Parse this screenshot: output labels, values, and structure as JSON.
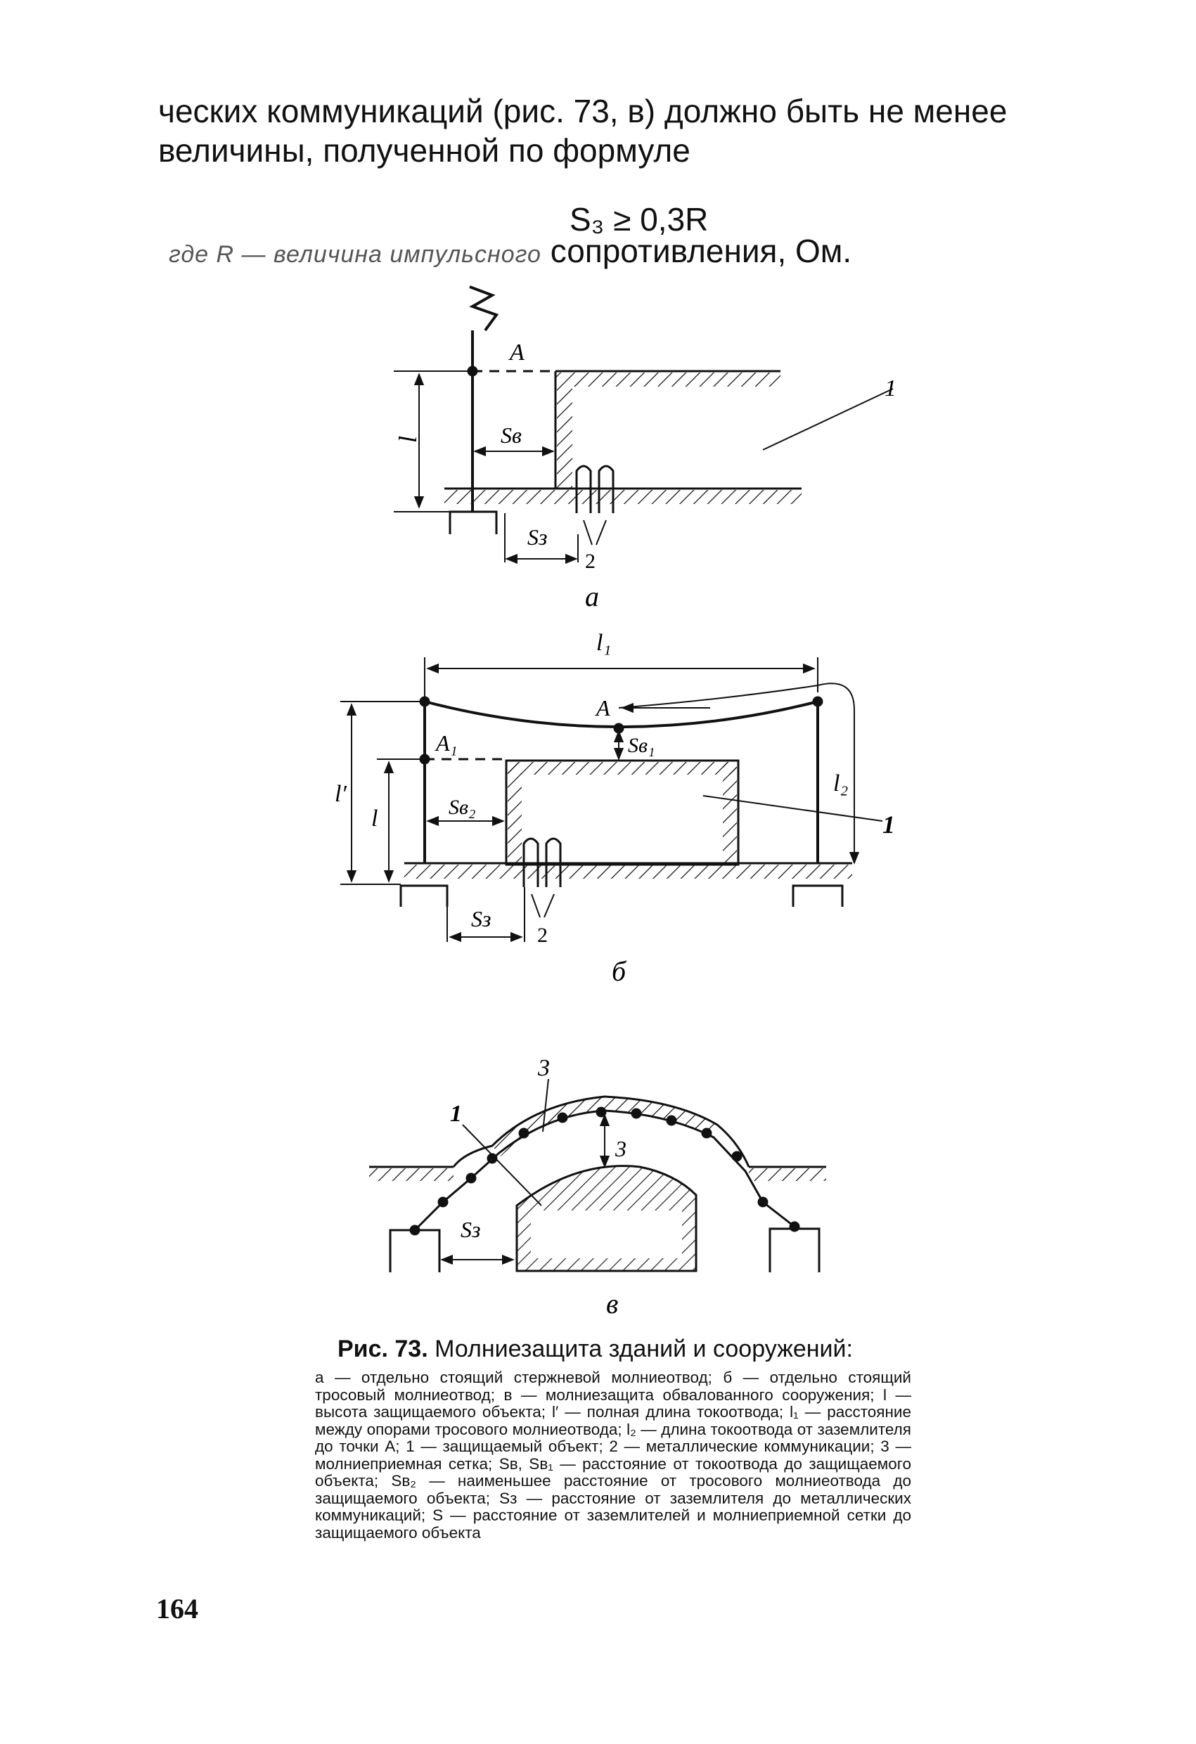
{
  "intro": {
    "line1": "ческих коммуникаций (рис. 73, в) должно быть не менее",
    "line2": "величины, полученной по формуле"
  },
  "formula": "S₃ ≥ 0,3R",
  "resistance_line": {
    "faded": "где R — величина импульсного",
    "text": "сопротивления, Ом."
  },
  "figure": {
    "a": {
      "caption": "а",
      "labels": {
        "A": "A",
        "l": "l",
        "Sv": "Sв",
        "S3": "Sз",
        "n1": "1",
        "n2": "2"
      }
    },
    "b": {
      "caption": "б",
      "labels": {
        "l1": "l₁",
        "A": "A",
        "A1": "A₁",
        "Sv1": "Sв₁",
        "Sv2": "Sв₂",
        "l_prime": "l′",
        "l": "l",
        "l2": "l₂",
        "n1": "1",
        "n2": "2",
        "S3": "Sз"
      }
    },
    "v": {
      "caption": "в",
      "labels": {
        "n3_top": "3",
        "n1": "1",
        "n3_inner": "3",
        "S3": "Sз"
      }
    }
  },
  "caption": {
    "title_bold": "Рис. 73.",
    "title": "Молниезащита зданий и сооружений:",
    "body": "а — отдельно стоящий стержневой молниеотвод; б — отдельно стоящий тросовый молниеотвод; в — молниезащита обвалованного сооружения; l — высота защищаемого объекта; l′ — полная длина токоотвода; l₁ — расстояние между опорами тросового молниеотвода; l₂ — длина токоотвода от заземлителя до точки А; 1 — защищаемый объект; 2 — металлические коммуникации; 3 — молниеприемная сетка; Sв, Sв₁ — расстояние от токоотвода до защищаемого объекта; Sв₂ — наименьшее расстояние от тросового молниеотвода до защищаемого объекта; Sз — расстояние от заземлителя до металлических коммуникаций; S — расстояние от заземлителей и молниеприемной сетки до защищаемого объекта"
  },
  "page_number": "164"
}
